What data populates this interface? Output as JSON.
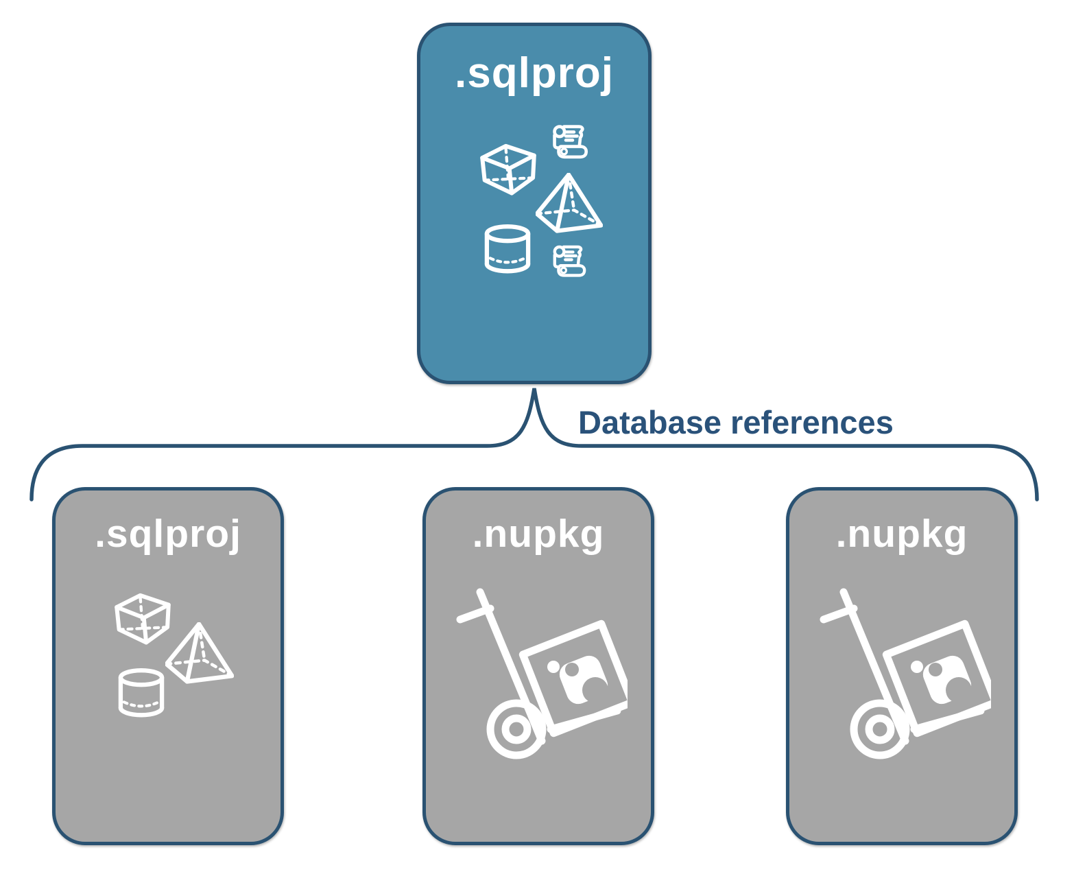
{
  "edge_label": "Database references",
  "root": {
    "label": ".sqlproj",
    "icons": [
      "sql-script-scroll-icon",
      "cube-icon",
      "pyramid-icon",
      "database-cylinder-icon",
      "sql-script-scroll-icon"
    ]
  },
  "children": [
    {
      "label": ".sqlproj",
      "icons": [
        "cube-icon",
        "pyramid-icon",
        "database-cylinder-icon"
      ]
    },
    {
      "label": ".nupkg",
      "icons": [
        "package-dolly-icon"
      ]
    },
    {
      "label": ".nupkg",
      "icons": [
        "package-dolly-icon"
      ]
    }
  ],
  "colors": {
    "root_fill": "#4A8CAB",
    "child_fill": "#A6A6A6",
    "node_border": "#2A5272",
    "connector": "#2A5272",
    "node_label_text": "#FFFFFF",
    "edge_label_text": "#2A527A"
  }
}
